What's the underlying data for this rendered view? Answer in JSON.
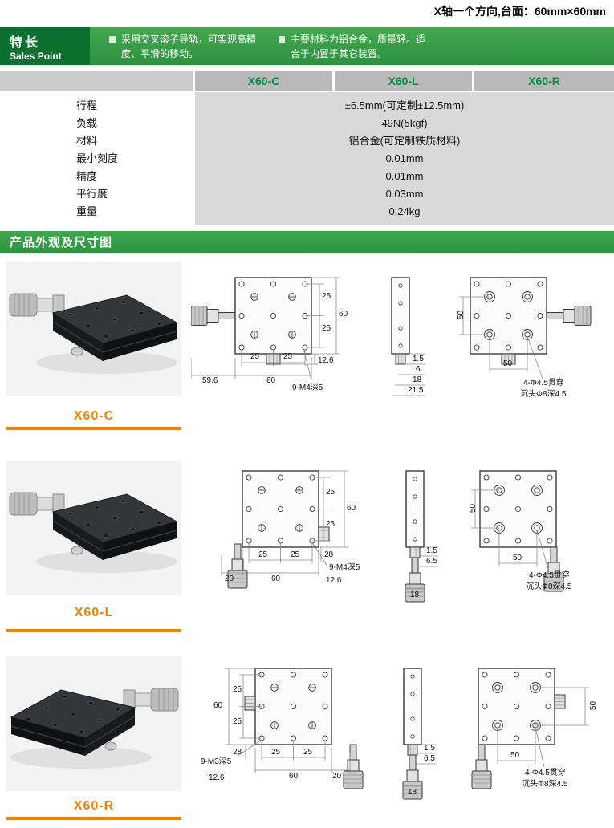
{
  "page": {
    "top_note": "X轴一个方向,台面：60mm×60mm"
  },
  "sales_point": {
    "title_cn": "特长",
    "title_en": "Sales Point",
    "bullets": [
      "采用交叉滚子导轨，可实现高精度、平滑的移动。",
      "主要材料为铝合金，质量轻。适合于内置于其它装置。"
    ]
  },
  "spec_table": {
    "columns": [
      "X60-C",
      "X60-L",
      "X60-R"
    ],
    "rows": [
      {
        "label": "行程",
        "value": "±6.5mm(可定制±12.5mm)"
      },
      {
        "label": "负载",
        "value": "49N(5kgf)"
      },
      {
        "label": "材料",
        "value": "铝合金(可定制铁质材料)"
      },
      {
        "label": "最小刻度",
        "value": "0.01mm"
      },
      {
        "label": "精度",
        "value": "0.01mm"
      },
      {
        "label": "平行度",
        "value": "0.03mm"
      },
      {
        "label": "重量",
        "value": "0.24kg"
      }
    ]
  },
  "section_title": "产品外观及尺寸图",
  "products": [
    {
      "name": "X60-C",
      "dims": {
        "fr_25a": "25",
        "fr_25b": "25",
        "fr_60": "60",
        "fr_126": "12.6",
        "fb_25a": "25",
        "fb_25b": "25",
        "fb_596": "59.6",
        "fb_60": "60",
        "f_note": "9-M4深5",
        "s_15": "1.5",
        "s_6": "6",
        "s_18": "18",
        "s_215": "21.5",
        "b_50v": "50",
        "b_50h": "50",
        "b_note1": "4-Φ4.5贯穿",
        "b_note2": "沉头Φ8深4.5"
      }
    },
    {
      "name": "X60-L",
      "dims": {
        "fr_25a": "25",
        "fr_25b": "25",
        "fr_60": "60",
        "fr_28": "28",
        "fb_20": "20",
        "fb_25a": "25",
        "fb_25b": "25",
        "fb_60": "60",
        "fb_126": "12.6",
        "f_note": "9-M4深5",
        "s_15": "1.5",
        "s_65": "6.5",
        "s_18": "18",
        "b_50v": "50",
        "b_50h": "50",
        "b_note1": "4-Φ4.5贯穿",
        "b_note2": "沉头Φ8深4.5"
      }
    },
    {
      "name": "X60-R",
      "dims": {
        "fl_60": "60",
        "fl_25a": "25",
        "fl_25b": "25",
        "fl_28": "28",
        "f_note": "9-M3深5",
        "fb_126": "12.6",
        "fb_25a": "25",
        "fb_25b": "25",
        "fb_60": "60",
        "fb_20": "20",
        "s_15": "1.5",
        "s_65": "6.5",
        "s_18": "18",
        "b_50v": "50",
        "b_50h": "50",
        "b_note1": "4-Φ4.5贯穿",
        "b_note2": "沉头Φ8深4.5"
      }
    }
  ]
}
